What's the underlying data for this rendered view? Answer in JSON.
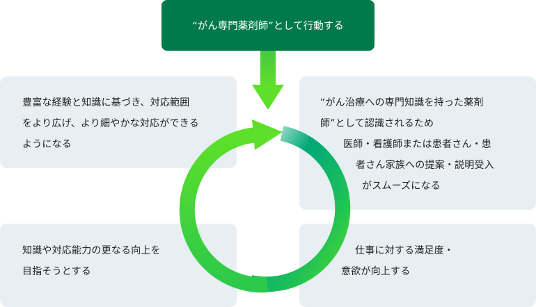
{
  "header": {
    "title": "“がん専門薬剤師”として行動する"
  },
  "boxes": {
    "top_left": [
      "豊富な経験と知識に基づき、対応範囲",
      "をより広げ、より細やかな対応ができる",
      "ようになる"
    ],
    "top_right": [
      "“がん治療への専門知識を持った薬剤",
      "師”として認識されるため",
      "医師・看護師または患者さん・患",
      "者さん家族への提案・説明受入",
      "がスムーズになる"
    ],
    "bottom_left": [
      "知識や対応能力の更なる向上を",
      "目指そうとする"
    ],
    "bottom_right": [
      "仕事に対する満足度・",
      "意欲が向上する"
    ]
  },
  "colors": {
    "header": "#007a4a",
    "box": "#e8eff3",
    "cycle_green": "#4cd92c",
    "cycle_teal": "#00a878"
  }
}
